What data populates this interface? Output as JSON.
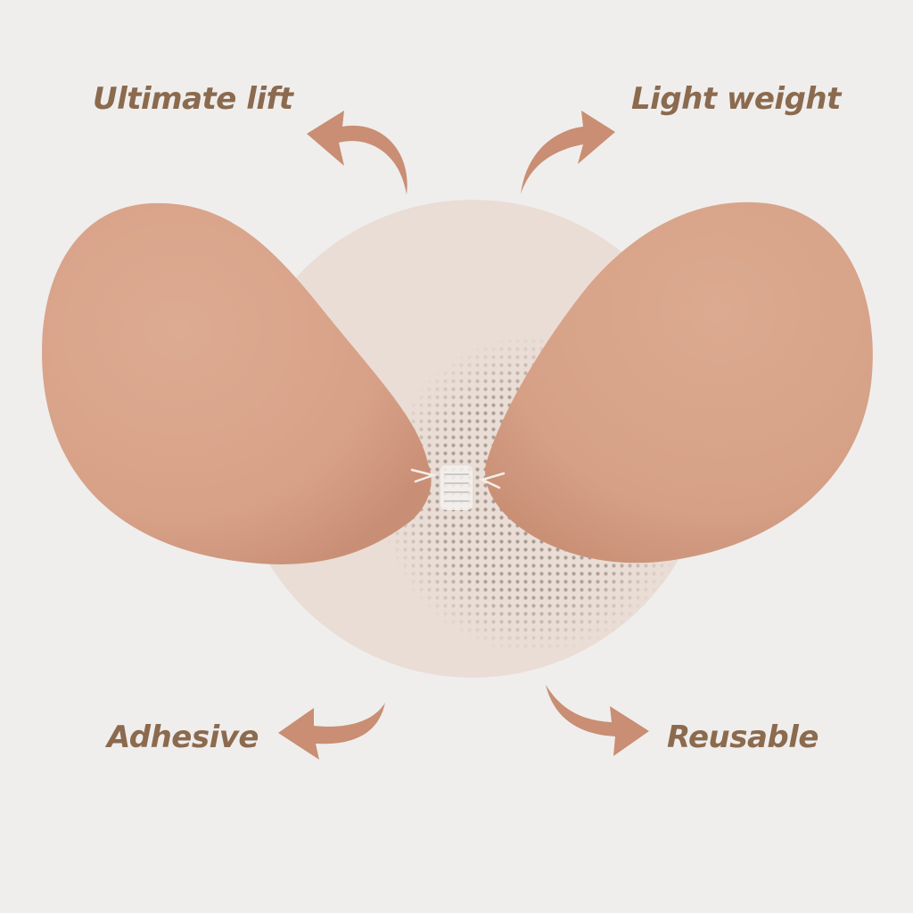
{
  "features": {
    "top_left": "Ultimate lift",
    "top_right": "Light weight",
    "bottom_left": "Adhesive",
    "bottom_right": "Reusable"
  },
  "colors": {
    "background": "#efeeed",
    "label_text": "#8b6a4e",
    "arrow": "#c98e73",
    "circle": "#eaddd5",
    "cup": "#d9a48a",
    "cup_shadow": "#c9917a",
    "halftone_dot": "#9d8f86"
  },
  "icons": [
    "curved-arrow-icon"
  ]
}
